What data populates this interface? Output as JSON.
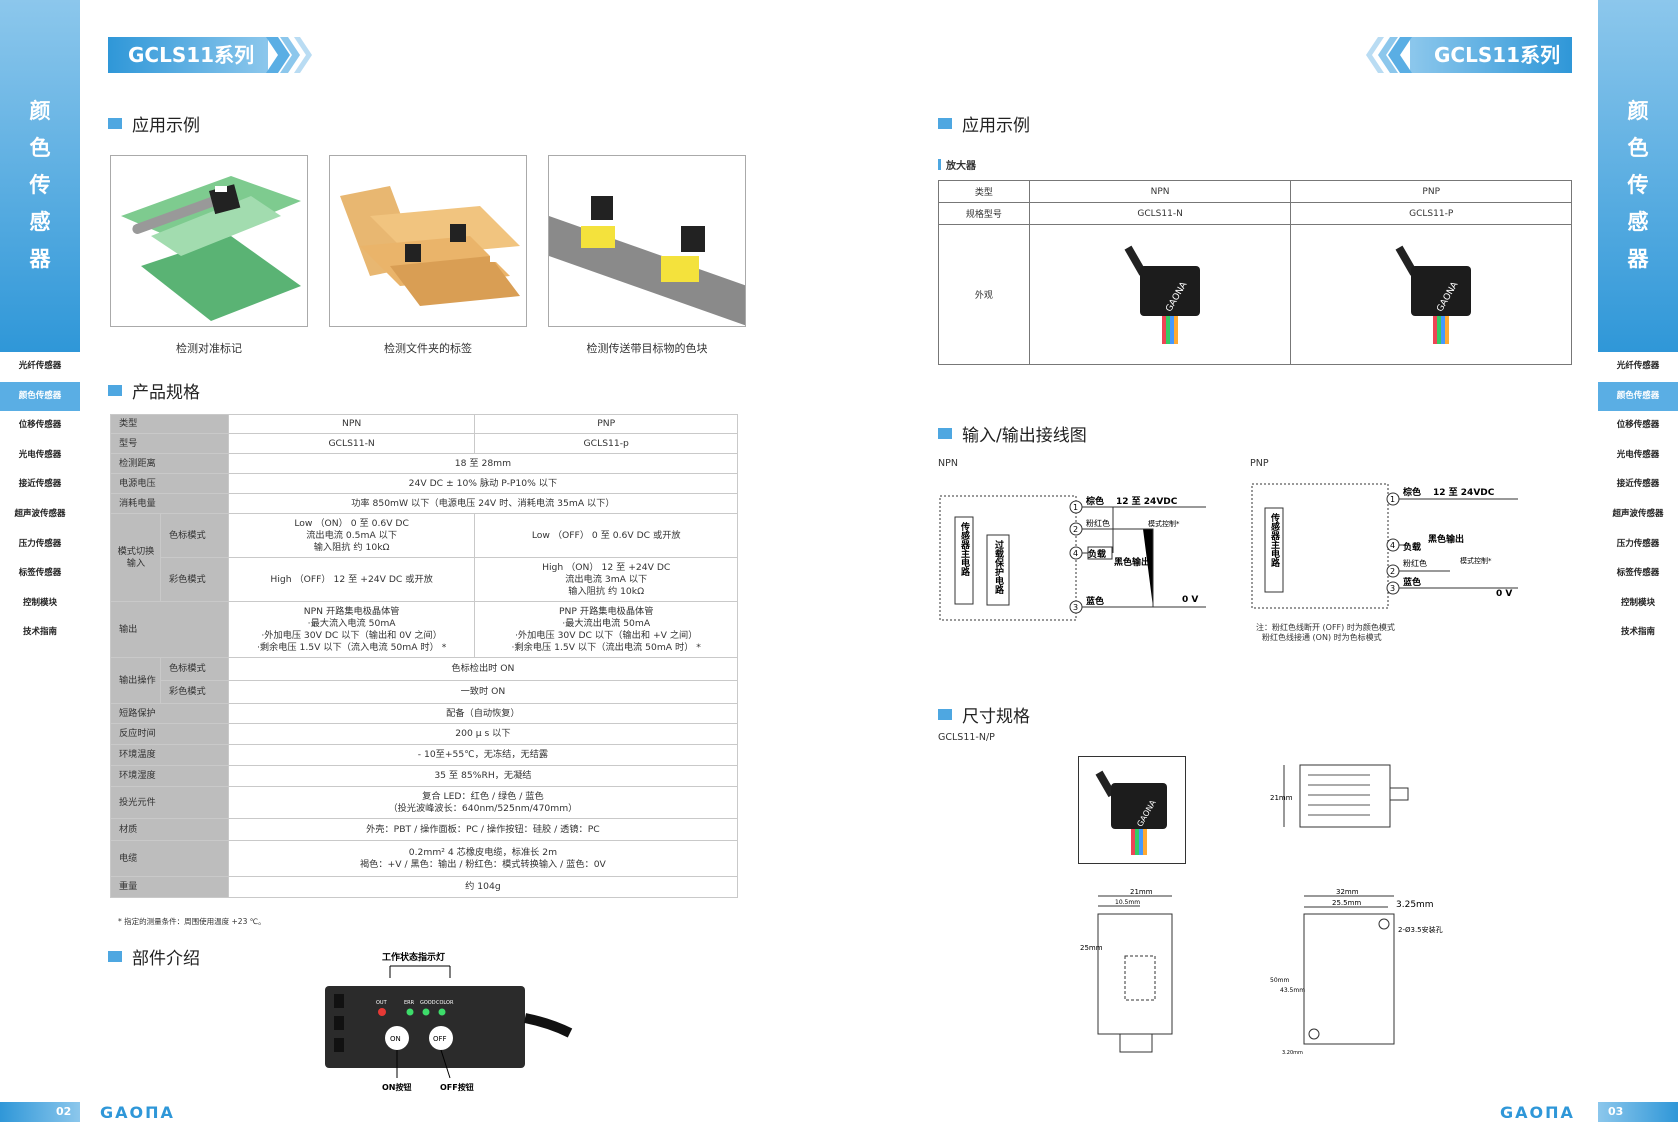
{
  "sidebar": {
    "title_chars": [
      "颜",
      "色",
      "传",
      "感",
      "器"
    ],
    "nav": [
      "光纤传感器",
      "颜色传感器",
      "位移传感器",
      "光电传感器",
      "接近传感器",
      "超声波传感器",
      "压力传感器",
      "标签传感器",
      "控制模块",
      "技术指南"
    ]
  },
  "banner": {
    "left": "GCLS11系列",
    "right": "GCLS11系列"
  },
  "left": {
    "app_title": "应用示例",
    "captions": [
      "检测对准标记",
      "检测文件夹的标签",
      "检测传送带目标物的色块"
    ],
    "spec_title": "产品规格",
    "spec": {
      "type": "类型",
      "npn": "NPN",
      "pnp": "PNP",
      "model": "型号",
      "model_n": "GCLS11-N",
      "model_p": "GCLS11-p",
      "dist": "检测距离",
      "dist_v": "18 至 28mm",
      "volt": "电源电压",
      "volt_v": "24V DC ± 10% 脉动 P-P10% 以下",
      "power": "消耗电量",
      "power_v": "功率 850mW 以下（电源电压 24V 时、消耗电流 35mA 以下）",
      "mode": "模式切换输入",
      "mark": "色标模式",
      "color": "彩色模式",
      "mark_n": [
        "Low （ON） 0 至 0.6V DC",
        "流出电流 0.5mA 以下",
        "输入阻抗 约 10kΩ"
      ],
      "mark_p": "Low （OFF） 0 至 0.6V DC 或开放",
      "color_n": "High （OFF） 12 至 +24V DC 或开放",
      "color_p": [
        "High （ON） 12 至 +24V DC",
        "流出电流 3mA 以下",
        "输入阻抗 约 10kΩ"
      ],
      "output": "输出",
      "out_n": [
        "NPN 开路集电极晶体管",
        "·最大流入电流 50mA",
        "·外加电压 30V DC 以下（输出和 0V 之间）",
        "·剩余电压 1.5V 以下（流入电流 50mA 时） *"
      ],
      "out_p": [
        "PNP 开路集电极晶体管",
        "·最大流出电流 50mA",
        "·外加电压 30V DC 以下（输出和 +V 之间）",
        "·剩余电压 1.5V 以下（流出电流 50mA 时） *"
      ],
      "outop": "输出操作",
      "outop_mark": "色标检出时 ON",
      "outop_color": "一致时 ON",
      "short": "短路保护",
      "short_v": "配备（自动恢复）",
      "resp": "反应时间",
      "resp_v": "200 μ s 以下",
      "temp": "环境温度",
      "temp_v": "- 10至+55℃，无冻结，无结露",
      "hum": "环境湿度",
      "hum_v": "35 至 85%RH，无凝结",
      "emit": "投光元件",
      "emit_v": [
        "复合 LED：红色 / 绿色 / 蓝色",
        "（投光波峰波长：640nm/525nm/470mm）"
      ],
      "mat": "材质",
      "mat_v": "外壳：PBT / 操作面板：PC / 操作按钮：硅胶 / 透镜：PC",
      "cable": "电缆",
      "cable_v": [
        "0.2mm² 4 芯橡皮电缆，标准长 2m",
        "褐色：+V / 黑色：输出 / 粉红色：模式转换输入 / 蓝色：0V"
      ],
      "weight": "重量",
      "weight_v": "约 104g",
      "note": "* 指定的测量条件：周围使用温度 +23 ℃。"
    },
    "parts_title": "部件介绍",
    "parts": {
      "indicator": "工作状态指示灯",
      "out": "OUT",
      "err": "ERR",
      "good": "GOOD",
      "colorl": "COLOR",
      "on": "ON",
      "off": "OFF",
      "on_btn": "ON按钮",
      "off_btn": "OFF按钮"
    },
    "page": "02"
  },
  "right": {
    "app_title": "应用示例",
    "amp_sub": "放大器",
    "amp": {
      "type": "类型",
      "npn": "NPN",
      "pnp": "PNP",
      "model": "规格型号",
      "model_n": "GCLS11-N",
      "model_p": "GCLS11-P",
      "look": "外观"
    },
    "wiring_title": "输入/输出接线图",
    "npn": "NPN",
    "pnp": "PNP",
    "wiring": {
      "brown": "棕色",
      "pink": "粉红色",
      "load": "负载",
      "blue": "蓝色",
      "vdc": "12 至 24VDC",
      "mode": "模式控制*",
      "black_out": "黑色输出",
      "black_out2": "黑色输出",
      "zero": "0 V",
      "main": "传感器主电路",
      "protect": "过载保护电路"
    },
    "wnote": [
      "注：粉红色线断开 (OFF) 时为颜色模式",
      "粉红色线接通 (ON) 时为色标模式"
    ],
    "dim_title": "尺寸规格",
    "dim_sub": "GCLS11-N/P",
    "dims": {
      "d21": "21mm",
      "d21b": "21mm",
      "d10": "10.5mm",
      "d25": "25mm",
      "d32": "32mm",
      "d255": "25.5mm",
      "d325": "3.25mm",
      "hole": "2-Ø3.5安装孔",
      "d50": "50mm",
      "d435": "43.5mm",
      "d320": "3.20mm"
    },
    "page": "03"
  },
  "brand": "GAONA",
  "logo": "GAOΠA"
}
